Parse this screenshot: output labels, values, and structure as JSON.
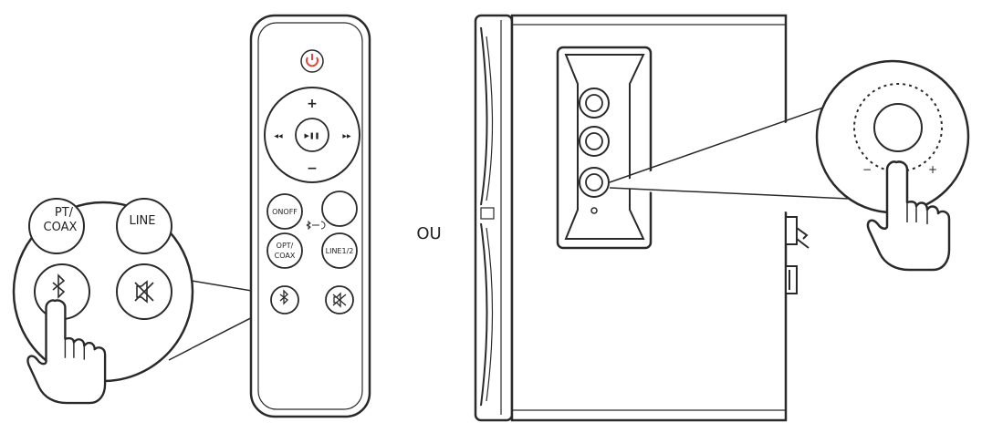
{
  "remote": {
    "plus": "+",
    "minus": "−",
    "prev": "◀◀",
    "play_pause": "▶❚❚",
    "next": "▶▶",
    "onoff": "ONOFF",
    "opt_coax_line1": "OPT/",
    "opt_coax_line2": "COAX",
    "line12": "LINE1/2"
  },
  "zoom": {
    "pt_coax_line1": "PT/",
    "pt_coax_line2": "COAX",
    "line": "LINE"
  },
  "separator": "OU",
  "knob": {
    "minus": "−",
    "plus": "+"
  },
  "colors": {
    "power": "#e0473f",
    "stroke": "#2a2a2a"
  },
  "icons": {
    "power": "power-icon",
    "bluetooth": "bluetooth-icon",
    "mute": "mute-icon",
    "pair": "pair-icon",
    "hand": "hand-icon"
  }
}
